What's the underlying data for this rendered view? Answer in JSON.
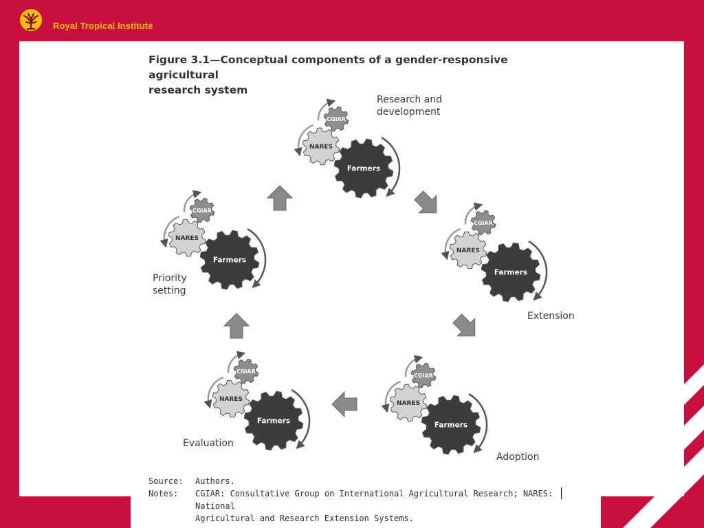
{
  "brand": {
    "name": "Royal Tropical Institute",
    "logo_icon": "tree-logo-icon"
  },
  "colors": {
    "background": "#c8103f",
    "brand_text": "#f5c000",
    "panel": "#ffffff",
    "gear_light": "#d2d2d2",
    "gear_mid": "#8e8e8e",
    "gear_dark": "#3c3c3c",
    "arrow": "#8a8a8a"
  },
  "figure": {
    "title_line1": "Figure 3.1—Conceptual components of a gender-responsive agricultural",
    "title_line2": "research system",
    "stages": [
      {
        "line1": "Research and",
        "line2": "development"
      },
      {
        "line1": "Extension",
        "line2": ""
      },
      {
        "line1": "Adoption",
        "line2": ""
      },
      {
        "line1": "Evaluation",
        "line2": ""
      },
      {
        "line1": "Priority",
        "line2": "setting"
      }
    ],
    "gear_labels": {
      "small": "CGIAR",
      "medium": "NARES",
      "large": "Farmers"
    },
    "flow_direction": "clockwise"
  },
  "footer": {
    "source_label": "Source:",
    "source_text": "Authors.",
    "notes_label": "Notes:",
    "notes_line1": "CGIAR: Consultative Group on International Agricultural Research; NARES: National",
    "notes_line2": "Agricultural and Research Extension Systems."
  }
}
